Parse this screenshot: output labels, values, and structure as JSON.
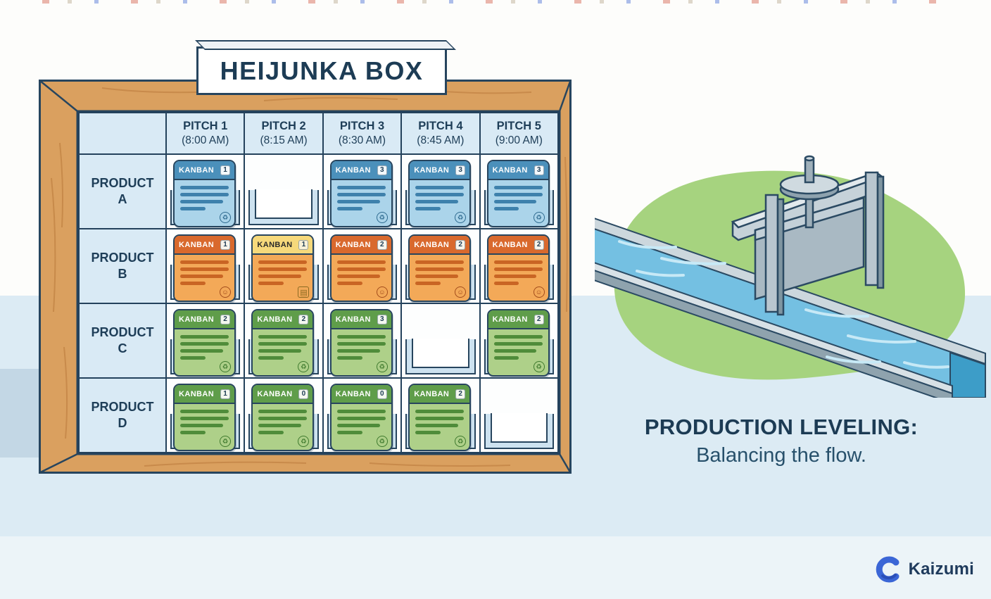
{
  "title": "HEIJUNKA BOX",
  "board": {
    "card_label": "KANBAN",
    "columns": [
      {
        "label": "PITCH 1",
        "time": "(8:00 AM)"
      },
      {
        "label": "PITCH 2",
        "time": "(8:15 AM)"
      },
      {
        "label": "PITCH 3",
        "time": "(8:30 AM)"
      },
      {
        "label": "PITCH 4",
        "time": "(8:45 AM)"
      },
      {
        "label": "PITCH 5",
        "time": "(9:00 AM)"
      }
    ],
    "rows": [
      {
        "product": "PRODUCT",
        "letter": "A",
        "cells": [
          {
            "card": true,
            "variant": "blue",
            "qty": "1",
            "icon": "recycle-icon"
          },
          {
            "card": false
          },
          {
            "card": true,
            "variant": "blue",
            "qty": "3",
            "icon": "recycle-icon"
          },
          {
            "card": true,
            "variant": "blue",
            "qty": "3",
            "icon": "recycle-icon"
          },
          {
            "card": true,
            "variant": "blue",
            "qty": "3",
            "icon": "recycle-icon"
          }
        ]
      },
      {
        "product": "PRODUCT",
        "letter": "B",
        "cells": [
          {
            "card": true,
            "variant": "orange",
            "qty": "1",
            "icon": "smiley-icon"
          },
          {
            "card": true,
            "variant": "yellow",
            "qty": "1",
            "icon": "barcode-icon"
          },
          {
            "card": true,
            "variant": "orange",
            "qty": "2",
            "icon": "smiley-icon"
          },
          {
            "card": true,
            "variant": "orange",
            "qty": "2",
            "icon": "smiley-icon"
          },
          {
            "card": true,
            "variant": "orange",
            "qty": "2",
            "icon": "smiley-icon"
          }
        ]
      },
      {
        "product": "PRODUCT",
        "letter": "C",
        "cells": [
          {
            "card": true,
            "variant": "green",
            "qty": "2",
            "icon": "recycle-icon"
          },
          {
            "card": true,
            "variant": "green",
            "qty": "2",
            "icon": "recycle-icon"
          },
          {
            "card": true,
            "variant": "green",
            "qty": "3",
            "icon": "recycle-icon"
          },
          {
            "card": false
          },
          {
            "card": true,
            "variant": "green",
            "qty": "2",
            "icon": "recycle-icon"
          }
        ]
      },
      {
        "product": "PRODUCT",
        "letter": "D",
        "cells": [
          {
            "card": true,
            "variant": "green",
            "qty": "1",
            "icon": "recycle-icon"
          },
          {
            "card": true,
            "variant": "green",
            "qty": "0",
            "icon": "recycle-icon"
          },
          {
            "card": true,
            "variant": "green",
            "qty": "0",
            "icon": "recycle-icon"
          },
          {
            "card": true,
            "variant": "green",
            "qty": "2",
            "icon": "recycle-icon"
          },
          {
            "card": false
          }
        ]
      }
    ]
  },
  "caption": {
    "heading": "PRODUCTION LEVELING:",
    "subheading": "Balancing the flow."
  },
  "brand": {
    "name": "Kaizumi"
  },
  "colors": {
    "outline_navy": "#27455e",
    "cell_blue": "#d9eaf5",
    "wood": "#d99e5c",
    "card_blue_header": "#4b90bb",
    "card_orange_header": "#d9692d",
    "card_yellow_header": "#f6d97b",
    "card_green_header": "#5f9d4a",
    "water_blue": "#74c0e2",
    "grass_green": "#a6d37f",
    "background_lower": "#dcebf4",
    "brand_blue": "#3b66d6"
  }
}
